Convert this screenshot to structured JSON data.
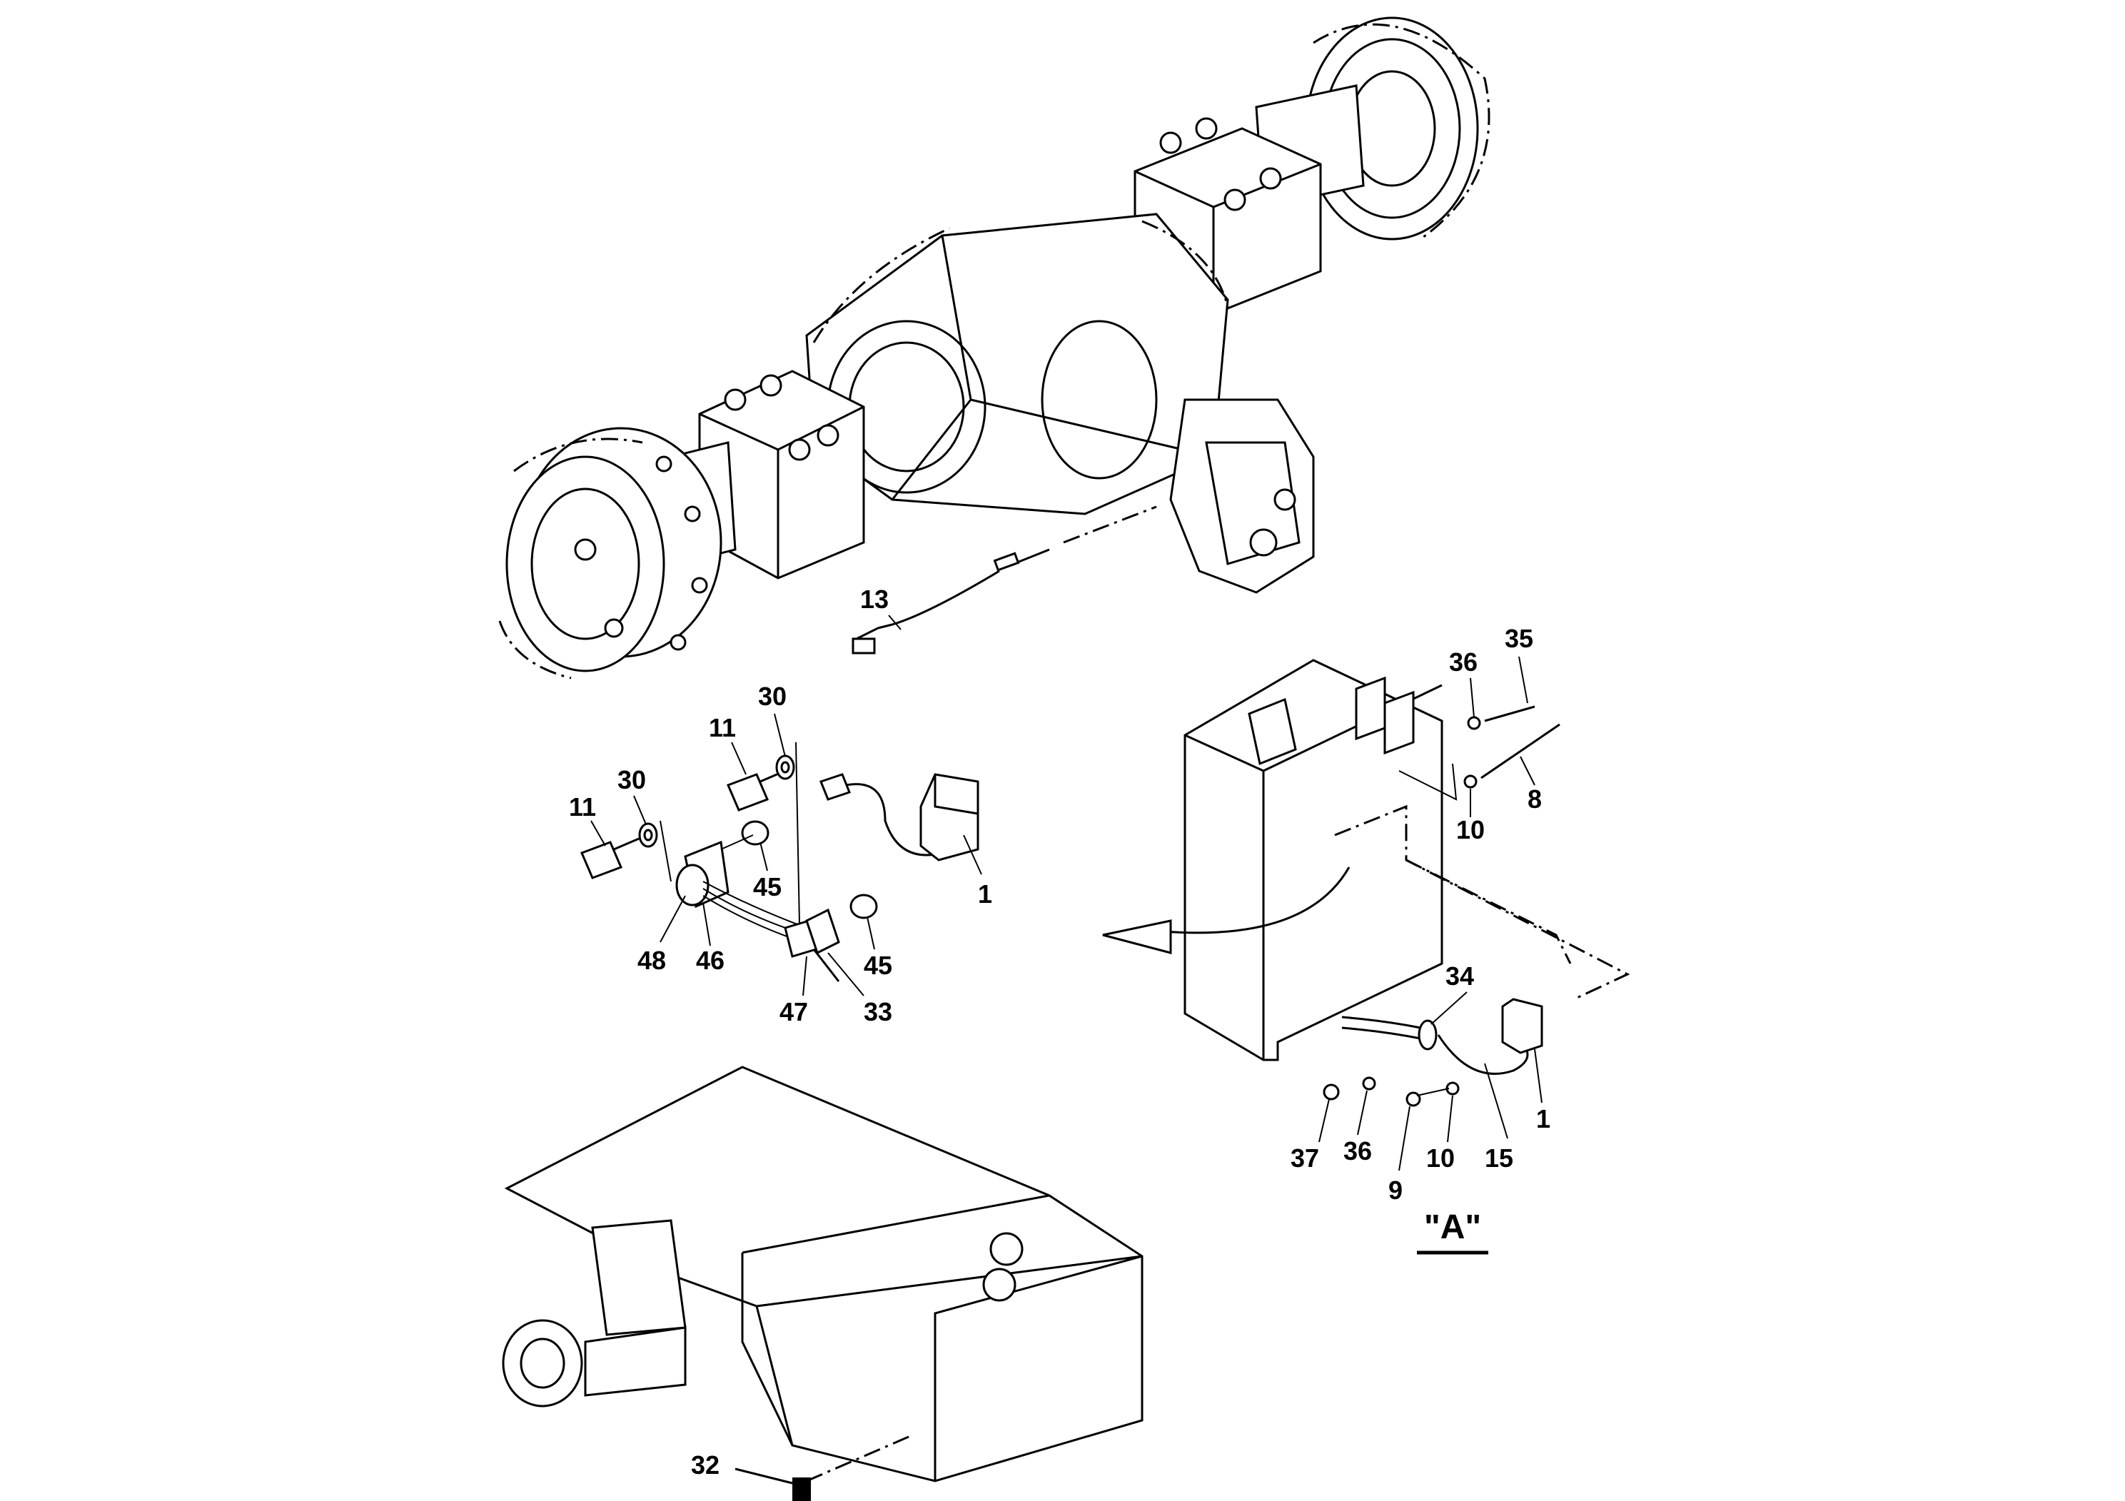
{
  "view_label": "\"A\"",
  "callouts": [
    {
      "id": "c13",
      "text": "13"
    },
    {
      "id": "c30a",
      "text": "30"
    },
    {
      "id": "c11a",
      "text": "11"
    },
    {
      "id": "c30b",
      "text": "30"
    },
    {
      "id": "c11b",
      "text": "11"
    },
    {
      "id": "c45a",
      "text": "45"
    },
    {
      "id": "c1a",
      "text": "1"
    },
    {
      "id": "c45b",
      "text": "45"
    },
    {
      "id": "c48",
      "text": "48"
    },
    {
      "id": "c46",
      "text": "46"
    },
    {
      "id": "c47",
      "text": "47"
    },
    {
      "id": "c33",
      "text": "33"
    },
    {
      "id": "c35",
      "text": "35"
    },
    {
      "id": "c36a",
      "text": "36"
    },
    {
      "id": "c8",
      "text": "8"
    },
    {
      "id": "c10a",
      "text": "10"
    },
    {
      "id": "c34",
      "text": "34"
    },
    {
      "id": "c1b",
      "text": "1"
    },
    {
      "id": "c37",
      "text": "37"
    },
    {
      "id": "c36b",
      "text": "36"
    },
    {
      "id": "c9",
      "text": "9"
    },
    {
      "id": "c10b",
      "text": "10"
    },
    {
      "id": "c15",
      "text": "15"
    },
    {
      "id": "c32",
      "text": "32"
    }
  ]
}
